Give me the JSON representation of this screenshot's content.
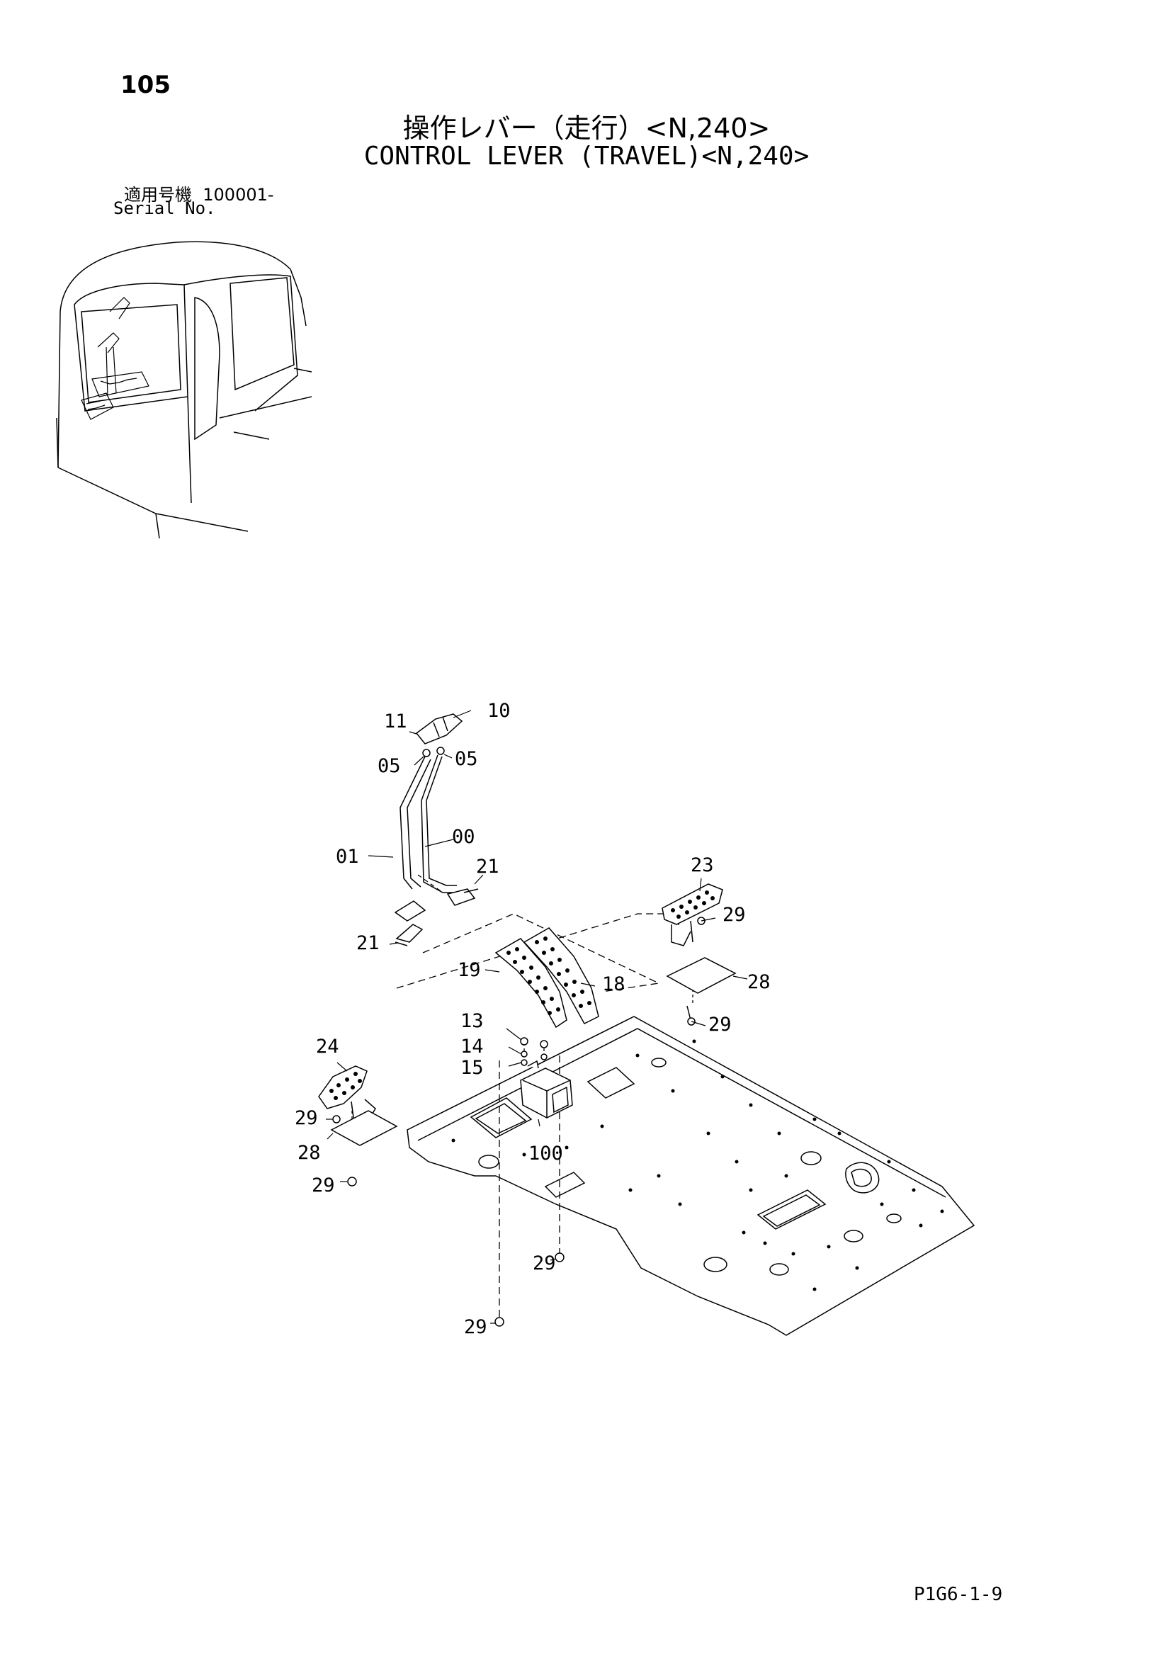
{
  "header": {
    "page_number": "105",
    "title_ja": "操作レバー（走行）<N,240>",
    "title_en": "CONTROL LEVER (TRAVEL)<N,240>",
    "serial_label_ja": "適用号機",
    "serial_value": "100001-",
    "serial_label_en": "Serial No."
  },
  "callouts": {
    "c11": "11",
    "c10": "10",
    "c05a": "05",
    "c05b": "05",
    "c00": "00",
    "c01": "01",
    "c21a": "21",
    "c21b": "21",
    "c23": "23",
    "c29a": "29",
    "c19": "19",
    "c18": "18",
    "c28a": "28",
    "c29b": "29",
    "c13": "13",
    "c14": "14",
    "c15": "15",
    "c24": "24",
    "c29c": "29",
    "c28b": "28",
    "c100": "100",
    "c29d": "29",
    "c29e": "29",
    "c29f": "29"
  },
  "footer": {
    "doc_code": "P1G6-1-9"
  }
}
